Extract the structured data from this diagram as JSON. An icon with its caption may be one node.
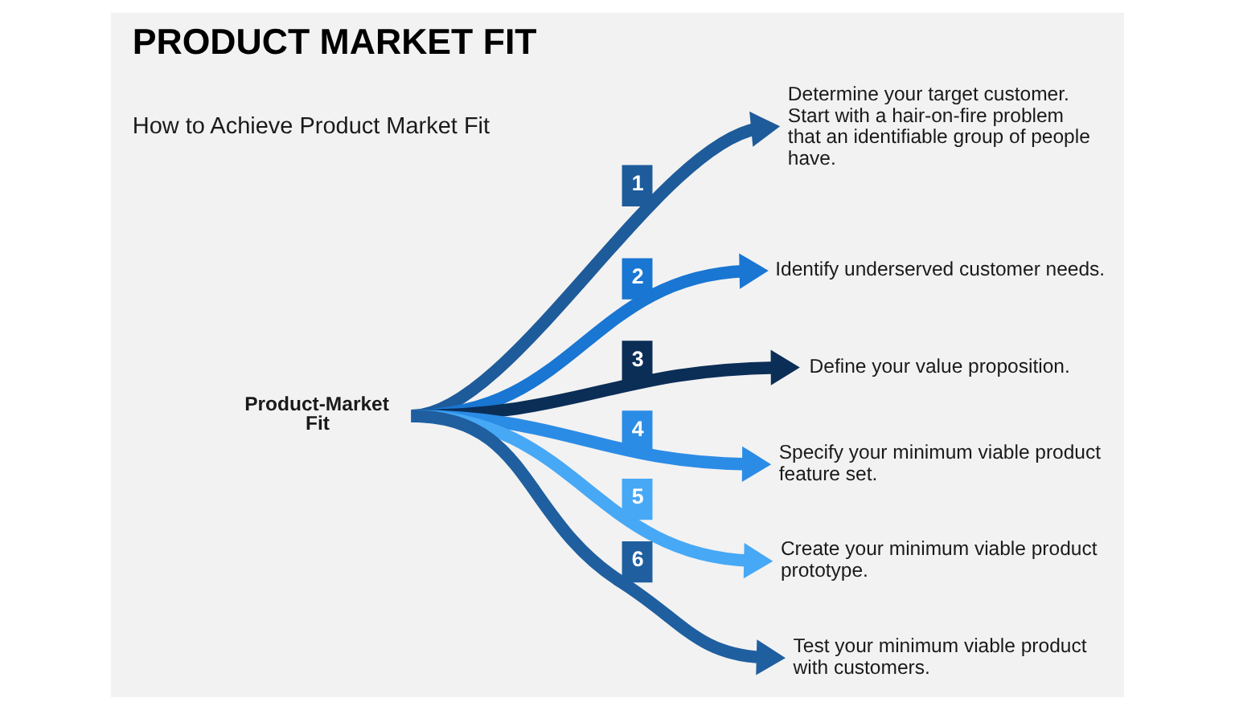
{
  "diagram": {
    "title": "PRODUCT MARKET FIT",
    "nodes": [
      {
        "text": [
          "Product-Market Fit"
        ]
      },
      {
        "text": [
          "Determine your target customer. Start with a hair-on-fire problem that an identifiable group of people have."
        ]
      },
      {
        "text": [
          "Identify underserved customer needs."
        ]
      },
      {
        "text": [
          "Define your value proposition."
        ]
      },
      {
        "text": [
          "Specify your minimum viable product feature set."
        ]
      },
      {
        "text": [
          "Create your minimum viable product prototype."
        ]
      },
      {
        "text": [
          "Test your minimum viable product with customers."
        ]
      }
    ],
    "edges": [
      {
        "from": 0,
        "to": 1,
        "arrow": "to",
        "label": "1",
        "color": "#1e5b9a"
      },
      {
        "from": 0,
        "to": 2,
        "arrow": "to",
        "label": "2",
        "color": "#1976d2"
      },
      {
        "from": 0,
        "to": 3,
        "arrow": "to",
        "label": "3",
        "color": "#0b2e57"
      },
      {
        "from": 0,
        "to": 4,
        "arrow": "to",
        "label": "4",
        "color": "#2b8ce6"
      },
      {
        "from": 0,
        "to": 5,
        "arrow": "to",
        "label": "5",
        "color": "#47a8f5"
      },
      {
        "from": 0,
        "to": 6,
        "arrow": "to",
        "label": "6",
        "color": "#1f5f9f"
      }
    ],
    "labels": [
      "How to Achieve Product Market Fit"
    ]
  }
}
